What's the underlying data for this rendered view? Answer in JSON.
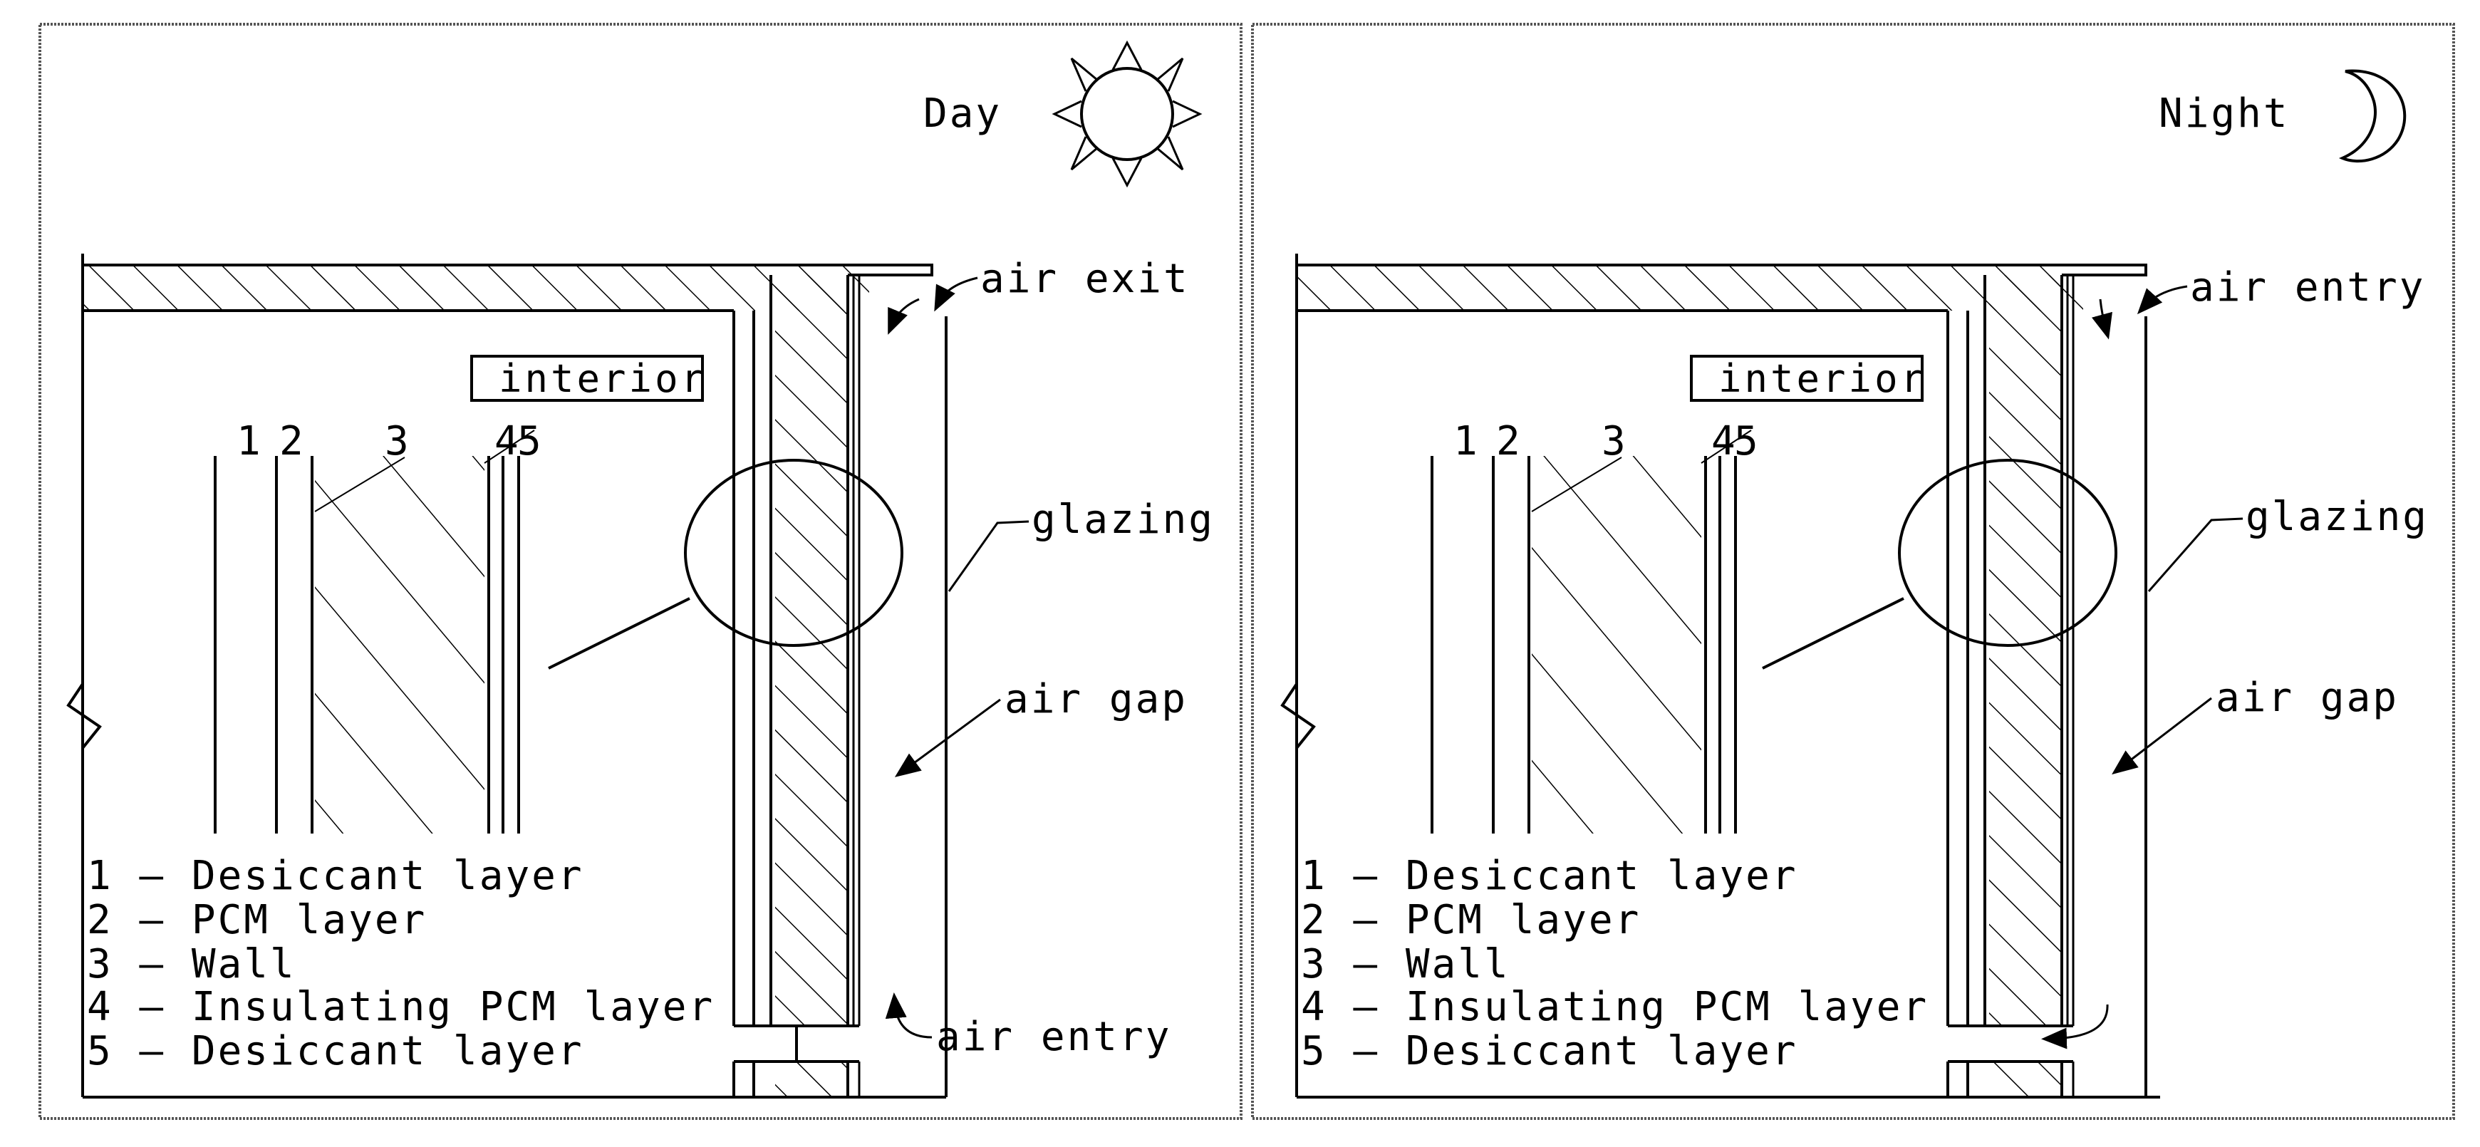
{
  "panels": [
    {
      "id": "day",
      "mode_label": "Day",
      "mode_icon": "sun-icon",
      "interior_label": "interior",
      "layer_numbers": [
        "1",
        "2",
        "3",
        "4",
        "5"
      ],
      "legend": [
        "1 – Desiccant layer",
        "2 – PCM layer",
        "3 – Wall",
        "4 – Insulating PCM layer",
        "5 – Desiccant layer"
      ],
      "labels": {
        "top_air": "air exit",
        "glazing": "glazing",
        "air_gap": "air gap",
        "bottom_air": "air entry"
      }
    },
    {
      "id": "night",
      "mode_label": "Night",
      "mode_icon": "moon-icon",
      "interior_label": "interior",
      "layer_numbers": [
        "1",
        "2",
        "3",
        "4",
        "5"
      ],
      "legend": [
        "1 – Desiccant layer",
        "2 – PCM layer",
        "3 – Wall",
        "4 – Insulating PCM layer",
        "5 – Desiccant layer"
      ],
      "labels": {
        "top_air": "air entry",
        "glazing": "glazing",
        "air_gap": "air gap",
        "bottom_air": ""
      }
    }
  ],
  "colors": {
    "line": "#000000",
    "frame": "#555555",
    "background": "#ffffff"
  }
}
